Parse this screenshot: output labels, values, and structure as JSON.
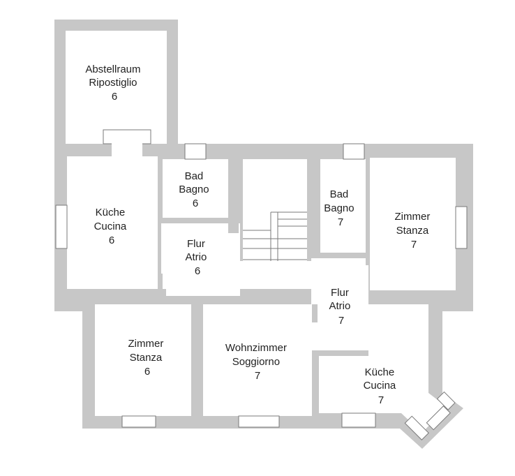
{
  "rooms": {
    "abstellraum": {
      "name_de": "Abstellraum",
      "name_it": "Ripostiglio",
      "number": "6"
    },
    "kueche_6": {
      "name_de": "Küche",
      "name_it": "Cucina",
      "number": "6"
    },
    "bad_6": {
      "name_de": "Bad",
      "name_it": "Bagno",
      "number": "6"
    },
    "flur_6": {
      "name_de": "Flur",
      "name_it": "Atrio",
      "number": "6"
    },
    "zimmer_6": {
      "name_de": "Zimmer",
      "name_it": "Stanza",
      "number": "6"
    },
    "wohnzimmer_7": {
      "name_de": "Wohnzimmer",
      "name_it": "Soggiorno",
      "number": "7"
    },
    "bad_7": {
      "name_de": "Bad",
      "name_it": "Bagno",
      "number": "7"
    },
    "zimmer_7": {
      "name_de": "Zimmer",
      "name_it": "Stanza",
      "number": "7"
    },
    "flur_7": {
      "name_de": "Flur",
      "name_it": "Atrio",
      "number": "7"
    },
    "kueche_7": {
      "name_de": "Küche",
      "name_it": "Cucina",
      "number": "7"
    }
  },
  "colors": {
    "wall": "#c7c7c7",
    "floor": "#ffffff",
    "text": "#222222"
  }
}
